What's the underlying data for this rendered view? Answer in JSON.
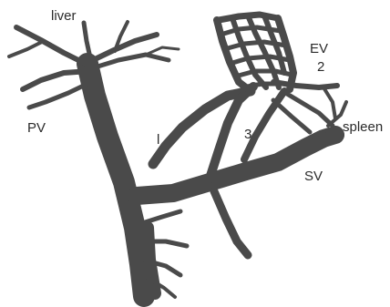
{
  "labels": {
    "liver": "liver",
    "pv": "PV",
    "ev": "EV",
    "two": "2",
    "one": "l",
    "three": "3",
    "spleen": "spleen",
    "sv": "SV"
  },
  "colors": {
    "vessel": "#4a4a4a",
    "background": "#ffffff",
    "text": "#2b2b2b"
  }
}
